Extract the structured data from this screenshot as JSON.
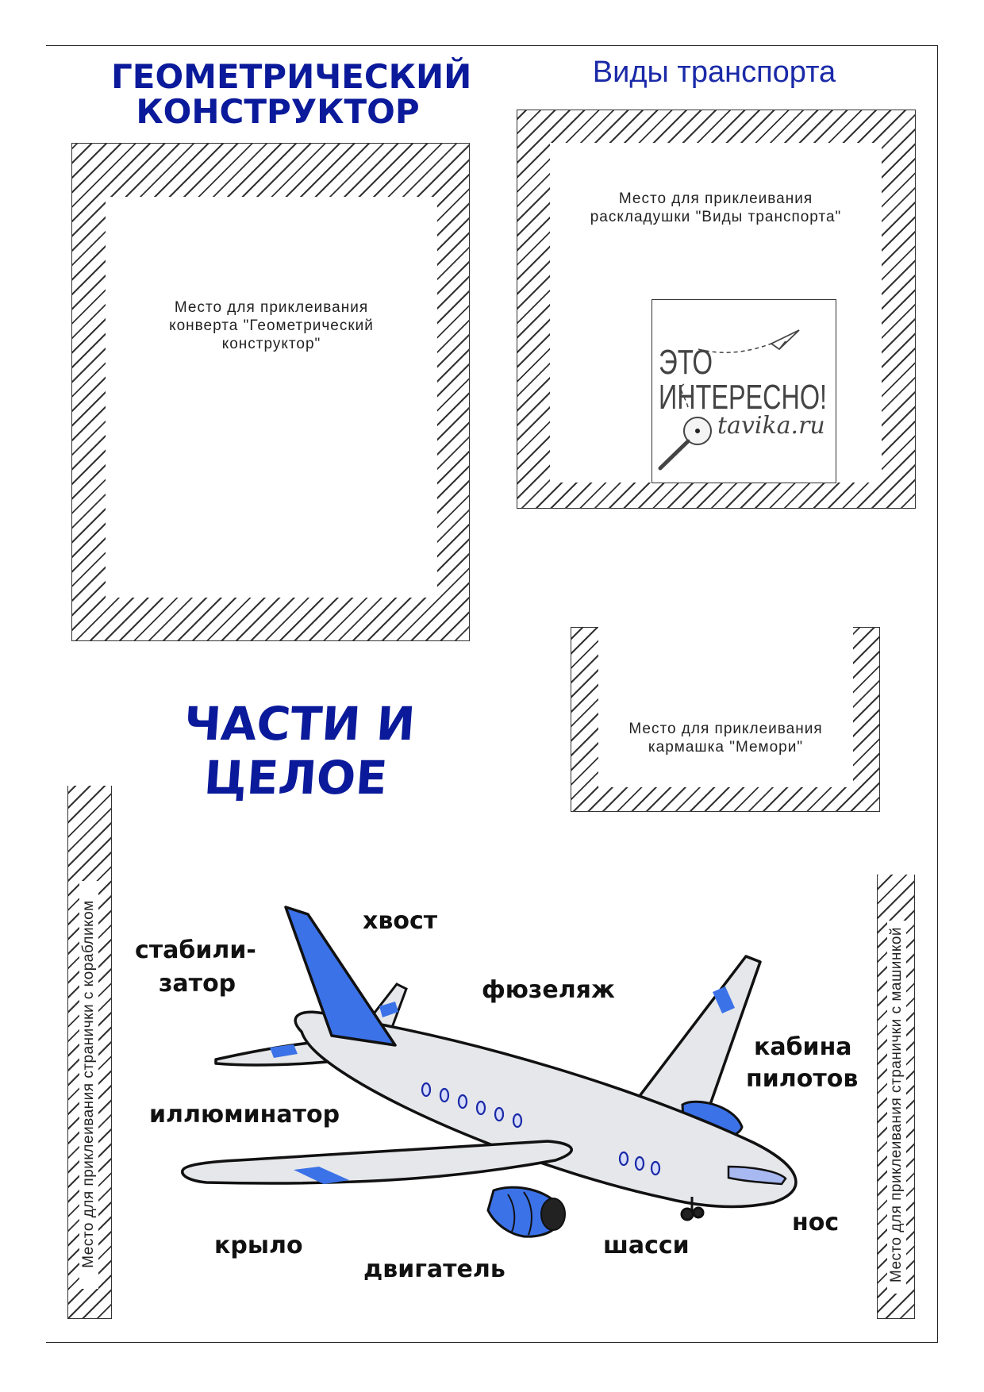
{
  "headings": {
    "geometric": [
      "ГЕОМЕТРИЧЕСКИЙ",
      "КОНСТРУКТОР"
    ],
    "transport": "Виды транспорта",
    "parts": "ЧАСТИ И ЦЕЛОЕ"
  },
  "slots": {
    "geometric": [
      "Место для приклеивания",
      "конверта \"Геометрический",
      "конструктор\""
    ],
    "transport": [
      "Место для приклеивания",
      "раскладушки \"Виды транспорта\""
    ],
    "memory": [
      "Место для приклеивания",
      "кармашка \"Мемори\""
    ],
    "left_vertical": "Место для приклеивания странички с корабликом",
    "right_vertical": "Место для приклеивания странички с машинкой"
  },
  "logo": {
    "line1": "ЭТО",
    "line2": "ИНТЕРЕСНО!",
    "site": "tavika.ru"
  },
  "plane_labels": {
    "tail": "хвост",
    "stabilizer_1": "стабили-",
    "stabilizer_2": "затор",
    "fuselage": "фюзеляж",
    "cockpit_1": "кабина",
    "cockpit_2": "пилотов",
    "window": "иллюминатор",
    "wing": "крыло",
    "engine": "двигатель",
    "gear": "шасси",
    "nose": "нос"
  },
  "colors": {
    "heading_blue": "#0b1a9a",
    "plane_blue": "#3b72e8",
    "plane_body": "#e6e7ea"
  }
}
